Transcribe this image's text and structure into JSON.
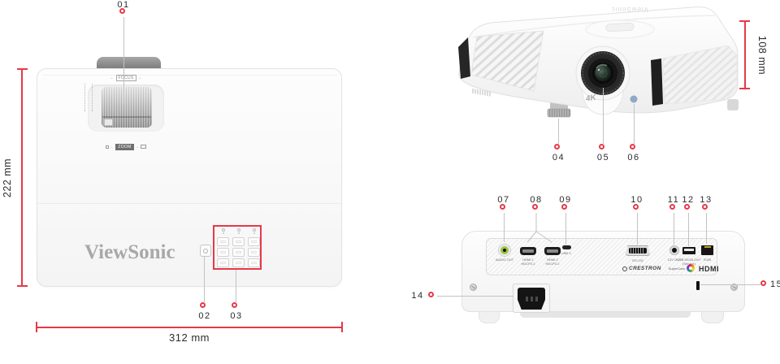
{
  "colors": {
    "accent": "#e63947",
    "callout-line": "#c2c2c2"
  },
  "dimensions": {
    "left_height": "222 mm",
    "bottom_width": "312 mm",
    "right_height": "108 mm"
  },
  "brand": {
    "top_view_logo": "ViewSonic",
    "top_face_logo": "ViewSonic"
  },
  "top_view": {
    "focus_label": "FOCUS",
    "zoom_label": "ZOOM"
  },
  "front_view": {
    "badge": "4K"
  },
  "rear_view": {
    "ports": {
      "audio": "AUDIO OUT",
      "hdmi1": "HDMI 1",
      "hdmi1_sub": "HDCP2.2",
      "hdmi2": "HDMI 2",
      "hdmi2_sub": "HDCP2.2",
      "usbc": "USB C",
      "rs232": "RS-232",
      "dc12": "12V OUT",
      "usba": "USB 5V/2A OUT",
      "usba_sub": "(Service)",
      "rj45": "RJ45"
    },
    "logos": {
      "crestron": "CRESTRON",
      "supercolor": "SuperColor",
      "hdmi": "HDMI"
    }
  },
  "callouts": {
    "c01": "01",
    "c02": "02",
    "c03": "03",
    "c04": "04",
    "c05": "05",
    "c06": "06",
    "c07": "07",
    "c08": "08",
    "c09": "09",
    "c10": "10",
    "c11": "11",
    "c12": "12",
    "c13": "13",
    "c14": "14",
    "c15": "15"
  }
}
